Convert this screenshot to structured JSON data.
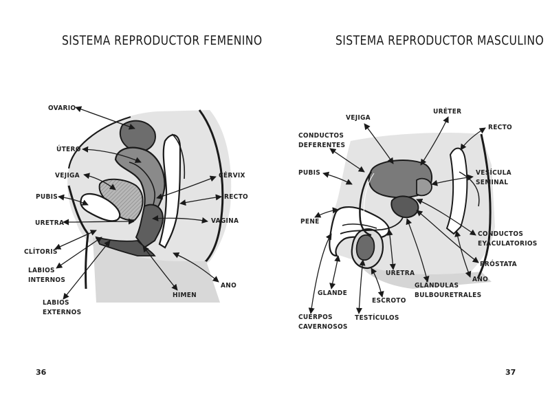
{
  "left_page": {
    "title": "SISTEMA REPRODUCTOR FEMENINO",
    "page_number": "36",
    "labels": {
      "ovario": "OVARIO",
      "utero": "ÚTERO",
      "vejiga": "VEJIGA",
      "pubis": "PUBIS",
      "uretra": "URETRA",
      "clitoris": "CLÍTORIS",
      "labios_internos_1": "LABIOS",
      "labios_internos_2": "INTERNOS",
      "labios_externos_1": "LABIOS",
      "labios_externos_2": "EXTERNOS",
      "cervix": "CÉRVIX",
      "recto": "RECTO",
      "vagina": "VAGINA",
      "ano": "ANO",
      "himen": "HIMEN"
    }
  },
  "right_page": {
    "title": "SISTEMA REPRODUCTOR MASCULINO",
    "page_number": "37",
    "labels": {
      "vejiga": "VEJIGA",
      "ureter": "URÉTER",
      "recto": "RECTO",
      "conductos_deferentes_1": "CONDUCTOS",
      "conductos_deferentes_2": "DEFERENTES",
      "pubis": "PUBIS",
      "vesicula_1": "VESÍCULA",
      "vesicula_2": "SEMINAL",
      "pene": "PENE",
      "conductos_eyac_1": "CONDUCTOS",
      "conductos_eyac_2": "EYACULATORIOS",
      "prostata": "PRÓSTATA",
      "ano": "ANO",
      "uretra": "URETRA",
      "glandulas_1": "GLÁNDULAS",
      "glandulas_2": "BULBOURETRALES",
      "glande": "GLANDE",
      "escroto": "ESCROTO",
      "cuerpos_1": "CUERPOS",
      "cuerpos_2": "CAVERNOSOS",
      "testiculos": "TESTÍCULOS"
    }
  }
}
